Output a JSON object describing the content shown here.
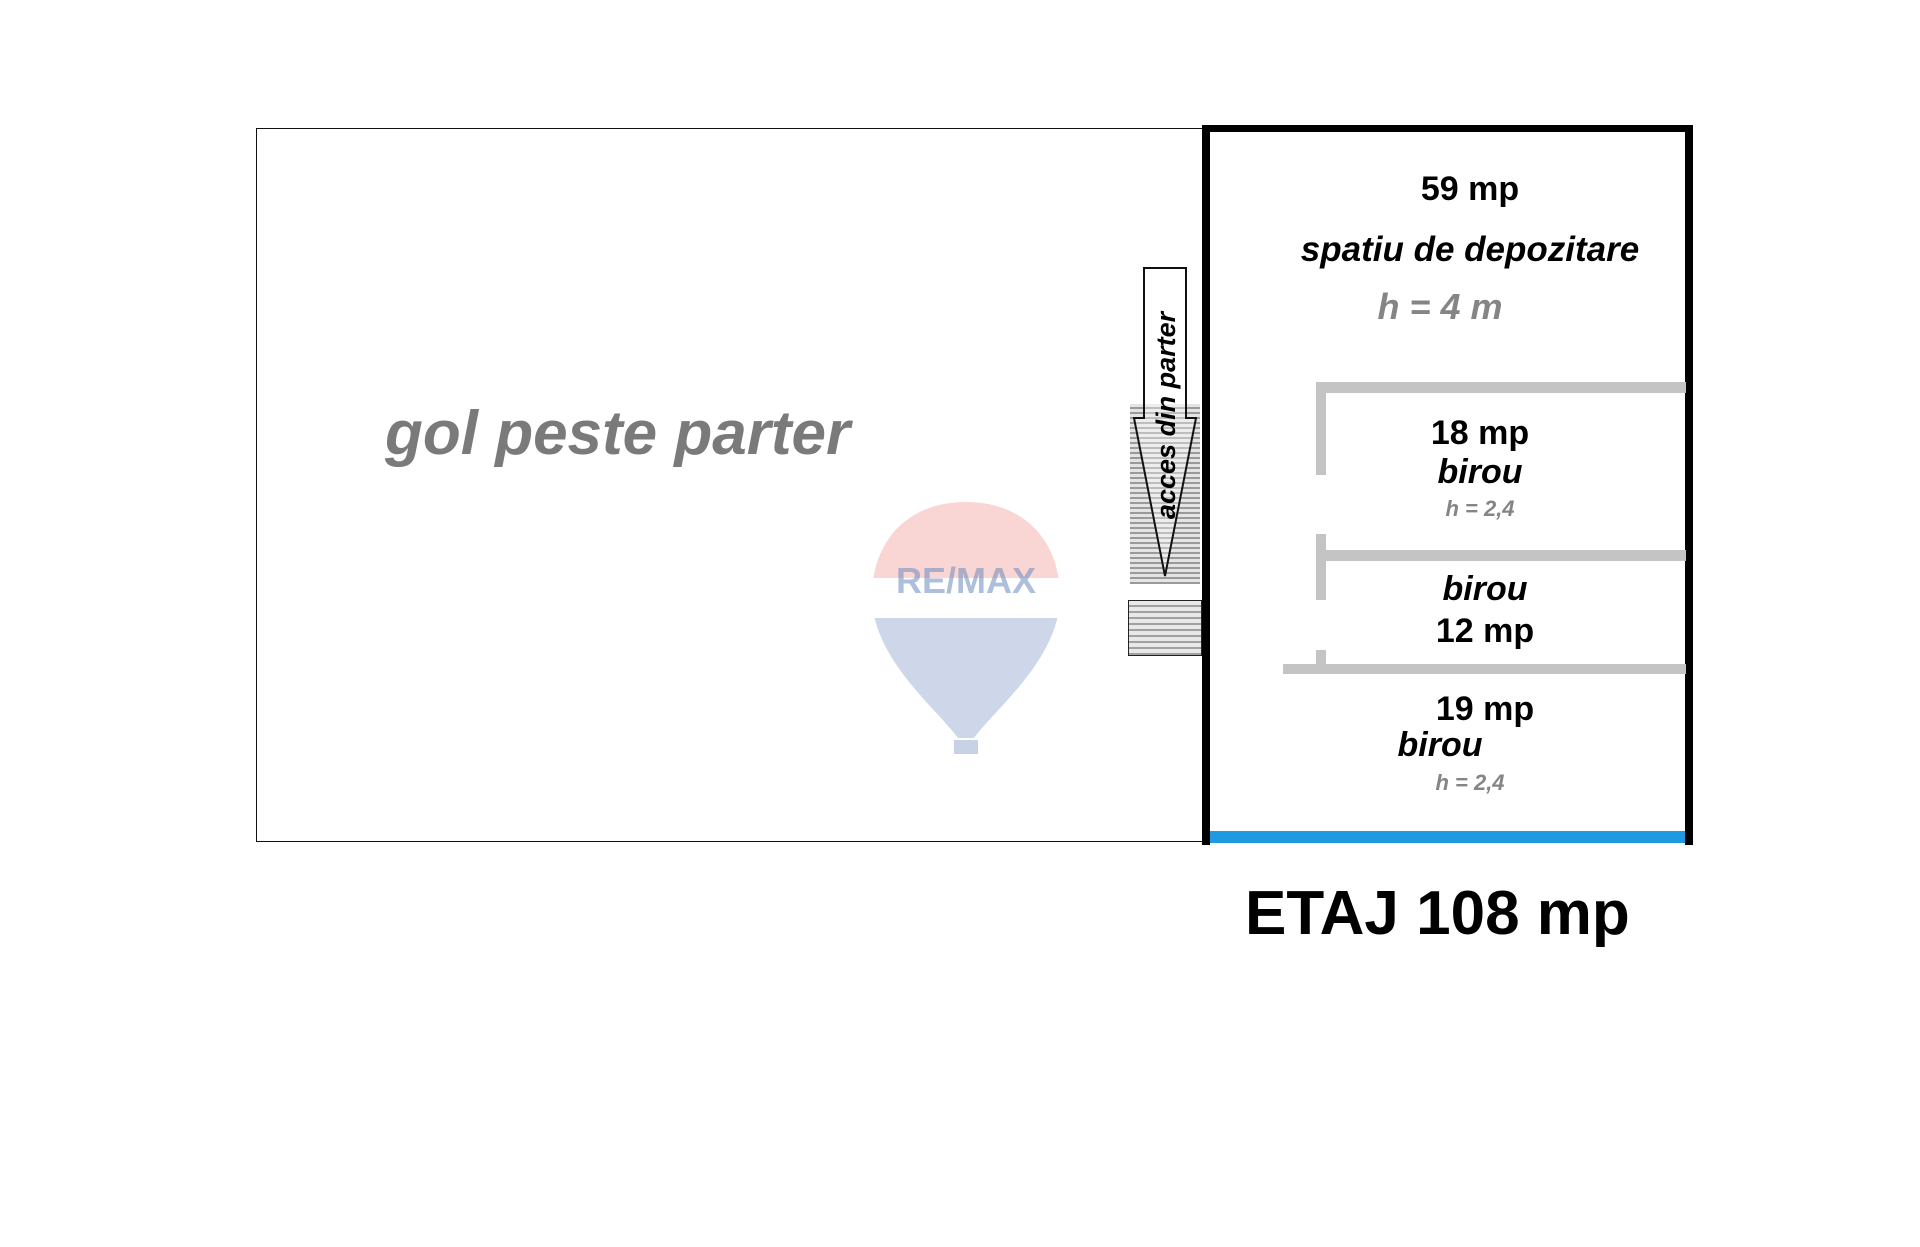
{
  "void_area": {
    "label": "gol peste parter"
  },
  "stairs": {
    "label": "acces din parter",
    "icon": "down-arrow-icon"
  },
  "rooms": [
    {
      "area": "59 mp",
      "name": "spatiu de depozitare",
      "height": "h = 4 m"
    },
    {
      "area": "18 mp",
      "name": "birou",
      "height": "h = 2,4"
    },
    {
      "area": "12 mp",
      "name": "birou"
    },
    {
      "area": "19 mp",
      "name": "birou",
      "height": "h = 2,4"
    }
  ],
  "floor_title": "ETAJ 108 mp",
  "watermark": "RE/MAX",
  "colors": {
    "window_strip": "#1e9be0",
    "walls": "#000000",
    "partitions": "#c4c4c4",
    "muted_text": "#858585"
  }
}
